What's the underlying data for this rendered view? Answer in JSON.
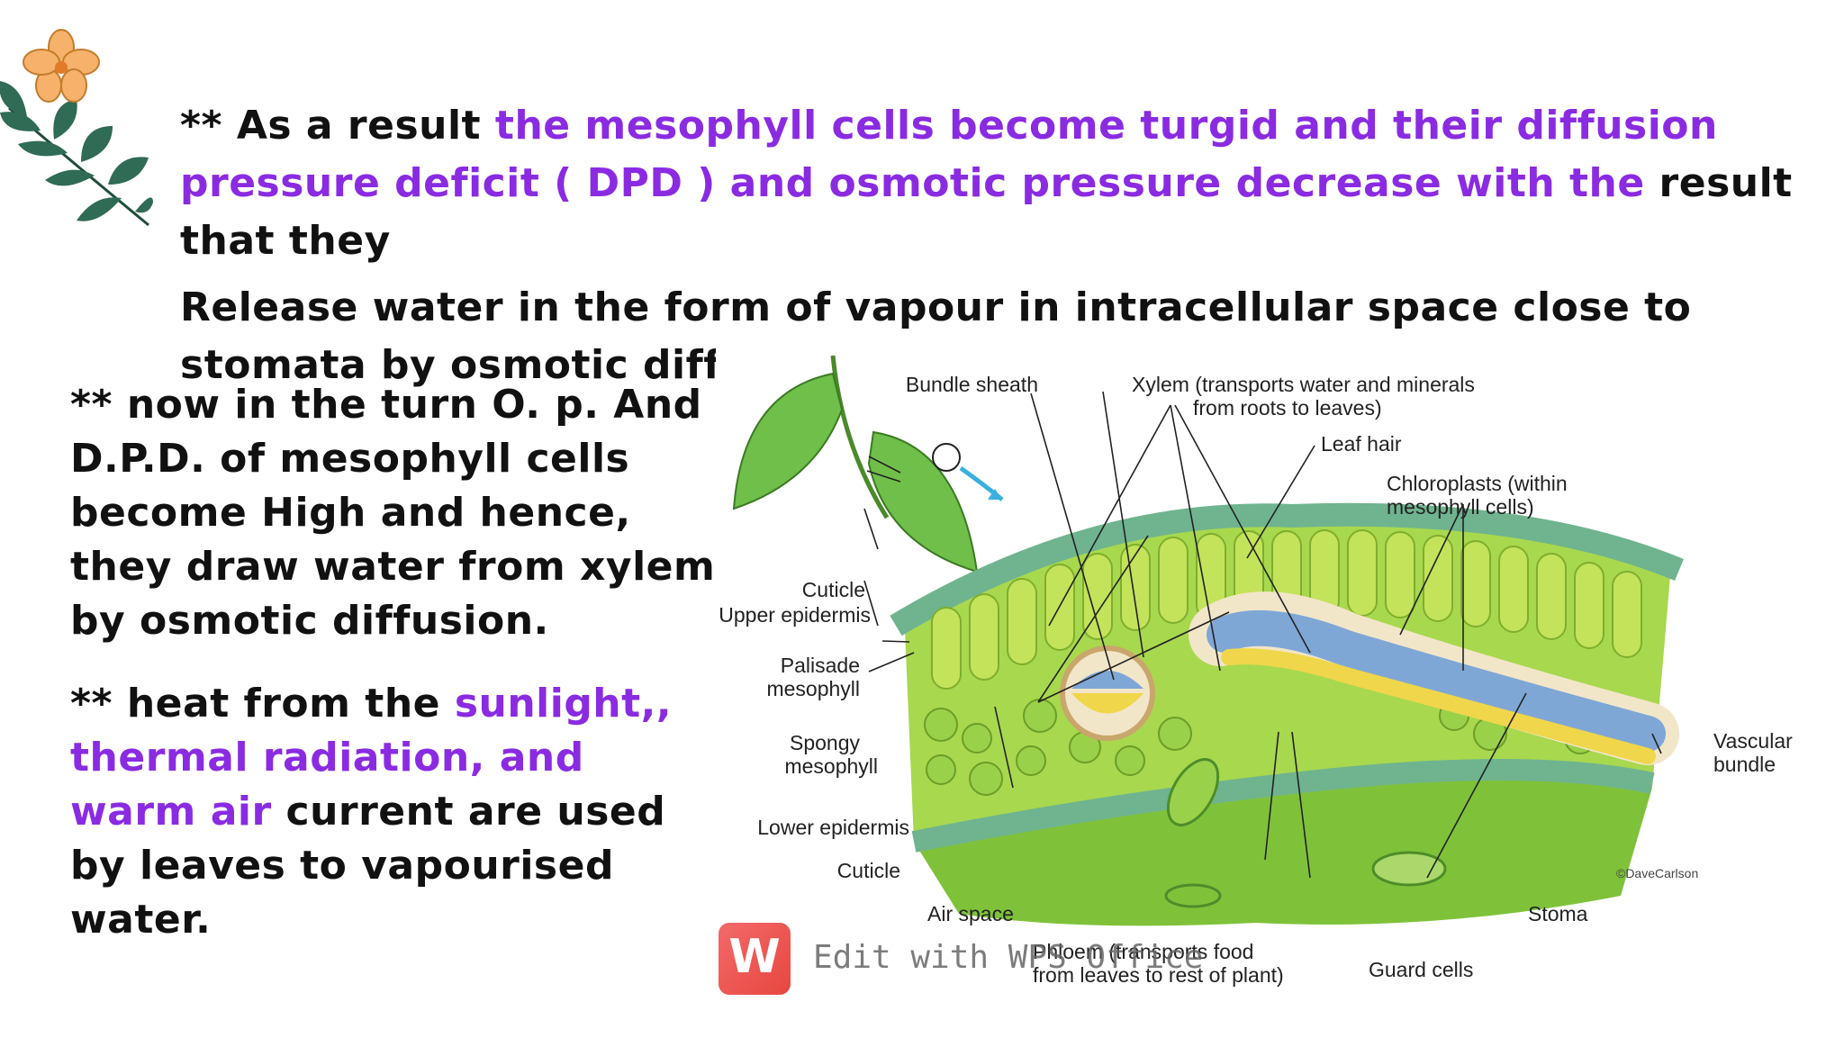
{
  "paragraph_top": {
    "prefix": "** As a result ",
    "purple": " the mesophyll cells become turgid and their diffusion pressure deficit ( DPD ) and  osmotic pressure decrease with the",
    "suffix": " result that they",
    "line3": "Release water in the form of vapour in intracellular space close to stomata by osmotic diffusion ."
  },
  "paragraph_left": "** now in the turn O. p. And D.P.D. of mesophyll cells become High and hence, they draw water from xylem by osmotic diffusion.",
  "paragraph_left2": {
    "prefix": "** heat from the ",
    "purple": "sunlight,, thermal radiation, and warm air",
    "suffix": " current are used by leaves  to vapourised water."
  },
  "diagram": {
    "labels": {
      "xylem_1": "Xylem (transports water and minerals",
      "xylem_2": "from roots to leaves)",
      "bundle_sheath": "Bundle sheath",
      "leaf_hair": "Leaf hair",
      "chloroplasts_1": "Chloroplasts (within",
      "chloroplasts_2": "mesophyll cells)",
      "cuticle_top": "Cuticle",
      "upper_epidermis": "Upper epidermis",
      "palisade_1": "Palisade",
      "palisade_2": "mesophyll",
      "spongy_1": "Spongy",
      "spongy_2": "mesophyll",
      "vascular_1": "Vascular",
      "vascular_2": "bundle",
      "lower_epidermis": "Lower epidermis",
      "cuticle_bottom": "Cuticle",
      "copyright": "©DaveCarlson",
      "air_space": "Air space",
      "stoma": "Stoma",
      "phloem_1": "Phloem (transports food",
      "phloem_2": "from leaves to rest of plant)",
      "guard_cells": "Guard cells"
    }
  },
  "watermark": {
    "logo_letter": "W",
    "text": "Edit with WPS Office"
  },
  "colors": {
    "accent_purple": "#8a2be2",
    "leaf_green": "#8cc63f",
    "xylem_blue": "#7fa7d6",
    "phloem_yellow": "#f0d64a"
  }
}
